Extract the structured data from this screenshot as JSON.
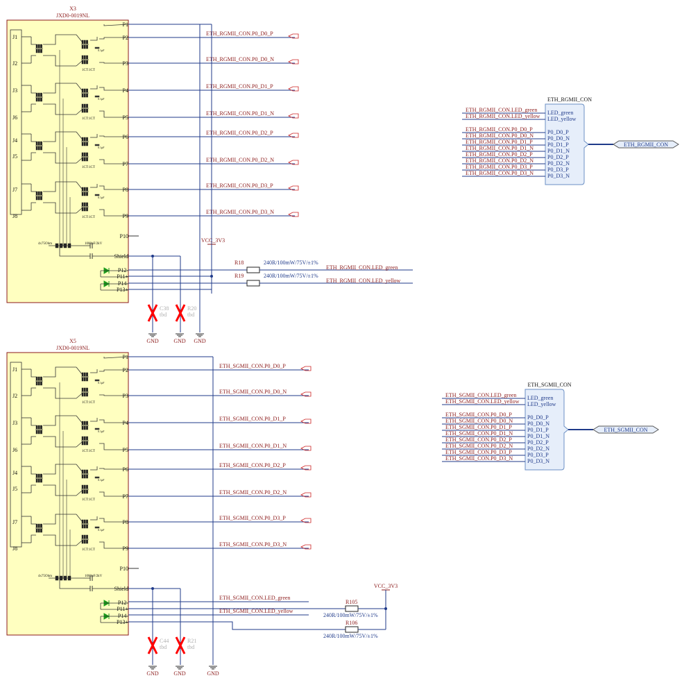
{
  "connectors": [
    {
      "ref": "X3",
      "part": "JXD0-0019NL",
      "jacks": [
        "J1",
        "J2",
        "J3",
        "J6",
        "J4",
        "J5",
        "J7",
        "J8"
      ],
      "pins": [
        "P1",
        "P2",
        "P3",
        "P4",
        "P5",
        "P6",
        "P7",
        "P8",
        "P9",
        "P10",
        "Shield",
        "P12-",
        "P11+",
        "P14-",
        "P13+"
      ],
      "pin_nets": [
        "ETH_RGMII_CON.P0_D0_P",
        "ETH_RGMII_CON.P0_D0_N",
        "ETH_RGMII_CON.P0_D1_P",
        "ETH_RGMII_CON.P0_D1_N",
        "ETH_RGMII_CON.P0_D2_P",
        "ETH_RGMII_CON.P0_D2_N",
        "ETH_RGMII_CON.P0_D3_P",
        "ETH_RGMII_CON.P0_D3_N"
      ],
      "xfmr_label": "1CT:1CT",
      "cap_small": "0.1µF",
      "res_label": "4x75Ohm",
      "cap_label": "1000pF/2kV",
      "power": "VCC_3V3",
      "resistors": [
        {
          "ref": "R18",
          "value": "240R/100mW/75V/±1%",
          "net": "ETH_RGMII_CON.LED_green"
        },
        {
          "ref": "R19",
          "value": "240R/100mW/75V/±1%",
          "net": "ETH_RGMII_CON.LED_yellow"
        }
      ],
      "dnp": [
        {
          "ref": "C38",
          "value": "tbd"
        },
        {
          "ref": "R20",
          "value": "tbd"
        }
      ],
      "gnd": [
        "GND",
        "GND",
        "GND"
      ]
    },
    {
      "ref": "X5",
      "part": "JXD0-0019NL",
      "jacks": [
        "J1",
        "J2",
        "J3",
        "J6",
        "J4",
        "J5",
        "J7",
        "J8"
      ],
      "pins": [
        "P1",
        "P2",
        "P3",
        "P4",
        "P5",
        "P6",
        "P7",
        "P8",
        "P9",
        "P10",
        "Shield",
        "P12-",
        "P11+",
        "P14-",
        "P13+"
      ],
      "pin_nets": [
        "ETH_SGMII_CON.P0_D0_P",
        "ETH_SGMII_CON.P0_D0_N",
        "ETH_SGMII_CON.P0_D1_P",
        "ETH_SGMII_CON.P0_D1_N",
        "ETH_SGMII_CON.P0_D2_P",
        "ETH_SGMII_CON.P0_D2_N",
        "ETH_SGMII_CON.P0_D3_P",
        "ETH_SGMII_CON.P0_D3_N"
      ],
      "xfmr_label": "1CT:1CT",
      "cap_small": "0.1µF",
      "res_label": "4x75Ohm",
      "cap_label": "1000pF/2kV",
      "power": "VCC_3V3",
      "led_nets": [
        "ETH_SGMII_CON.LED_green",
        "ETH_SGMII_CON.LED_yellow"
      ],
      "resistors": [
        {
          "ref": "R105",
          "value": "240R/100mW/75V/±1%"
        },
        {
          "ref": "R106",
          "value": "240R/100mW/75V/±1%"
        }
      ],
      "dnp": [
        {
          "ref": "C44",
          "value": "tbd"
        },
        {
          "ref": "R21",
          "value": "tbd"
        }
      ],
      "gnd": [
        "GND",
        "GND",
        "GND"
      ]
    }
  ],
  "harnesses": [
    {
      "title": "ETH_RGMII_CON",
      "port": "ETH_RGMII_CON",
      "led_nets": [
        "ETH_RGMII_CON.LED_green",
        "ETH_RGMII_CON.LED_yellow"
      ],
      "led_entries": [
        "LED_green",
        "LED_yellow"
      ],
      "data_nets": [
        "ETH_RGMII_CON.P0_D0_P",
        "ETH_RGMII_CON.P0_D0_N",
        "ETH_RGMII_CON.P0_D1_P",
        "ETH_RGMII_CON.P0_D1_N",
        "ETH_RGMII_CON.P0_D2_P",
        "ETH_RGMII_CON.P0_D2_N",
        "ETH_RGMII_CON.P0_D3_P",
        "ETH_RGMII_CON.P0_D3_N"
      ],
      "data_entries": [
        "P0_D0_P",
        "P0_D0_N",
        "P0_D1_P",
        "P0_D1_N",
        "P0_D2_P",
        "P0_D2_N",
        "P0_D3_P",
        "P0_D3_N"
      ]
    },
    {
      "title": "ETH_SGMII_CON",
      "port": "ETH_SGMII_CON",
      "led_nets": [
        "ETH_SGMII_CON.LED_green",
        "ETH_SGMII_CON.LED_yellow"
      ],
      "led_entries": [
        "LED_green",
        "LED_yellow"
      ],
      "data_nets": [
        "ETH_SGMII_CON.P0_D0_P",
        "ETH_SGMII_CON.P0_D0_N",
        "ETH_SGMII_CON.P0_D1_P",
        "ETH_SGMII_CON.P0_D1_N",
        "ETH_SGMII_CON.P0_D2_P",
        "ETH_SGMII_CON.P0_D2_N",
        "ETH_SGMII_CON.P0_D3_P",
        "ETH_SGMII_CON.P0_D3_N"
      ],
      "data_entries": [
        "P0_D0_P",
        "P0_D0_N",
        "P0_D1_P",
        "P0_D1_N",
        "P0_D2_P",
        "P0_D2_N",
        "P0_D3_P",
        "P0_D3_N"
      ]
    }
  ],
  "colors": {
    "wire": "#1f3a8a",
    "net_label": "#8b1a1a",
    "component_fill": "#ffffc0",
    "component_border": "#8b1a1a",
    "harness_fill": "#e6eefa",
    "harness_border": "#6b8fc4",
    "dnp_cross": "#ff0000",
    "led": "#1a9b1a",
    "ghost": "#b0b0b0"
  }
}
